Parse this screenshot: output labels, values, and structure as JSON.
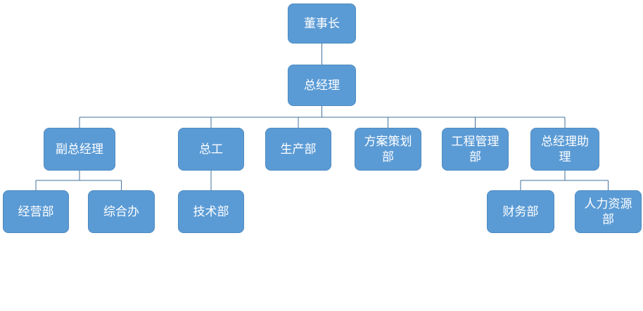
{
  "diagram": {
    "type": "org-chart",
    "colors": {
      "node_fill": "#5B9BD5",
      "node_border": "#4D8AC0",
      "connector": "#41719C",
      "text": "#FFFFFF",
      "background": "#FFFFFF"
    },
    "nodes": [
      {
        "id": "chairman",
        "label": "董事长",
        "parent": null
      },
      {
        "id": "general-manager",
        "label": "总经理",
        "parent": "chairman"
      },
      {
        "id": "deputy-gm",
        "label": "副总经理",
        "parent": "general-manager"
      },
      {
        "id": "chief-engineer",
        "label": "总工",
        "parent": "general-manager"
      },
      {
        "id": "production-dept",
        "label": "生产部",
        "parent": "general-manager"
      },
      {
        "id": "planning-dept",
        "label": "方案策划部",
        "parent": "general-manager"
      },
      {
        "id": "engineering-mgmt-dept",
        "label": "工程管理部",
        "parent": "general-manager"
      },
      {
        "id": "gm-assistant",
        "label": "总经理助理",
        "parent": "general-manager"
      },
      {
        "id": "operations-dept",
        "label": "经营部",
        "parent": "deputy-gm"
      },
      {
        "id": "general-office",
        "label": "综合办",
        "parent": "deputy-gm"
      },
      {
        "id": "technology-dept",
        "label": "技术部",
        "parent": "chief-engineer"
      },
      {
        "id": "finance-dept",
        "label": "财务部",
        "parent": "gm-assistant"
      },
      {
        "id": "hr-dept",
        "label": "人力资源部",
        "parent": "gm-assistant"
      }
    ]
  }
}
